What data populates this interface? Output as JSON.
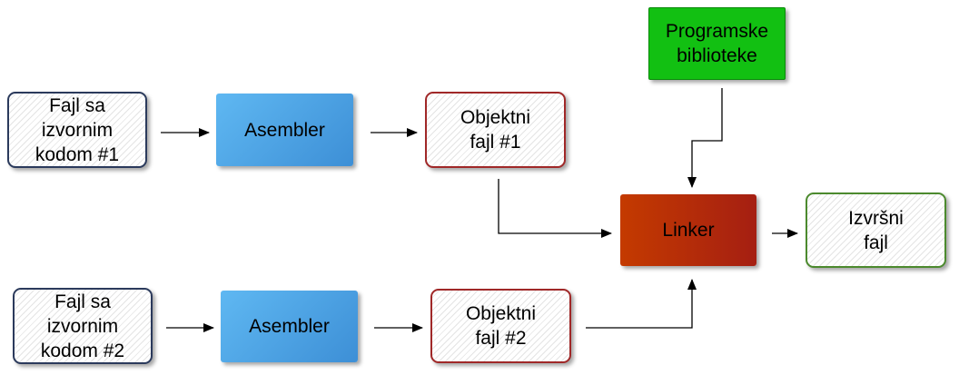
{
  "diagram": {
    "source1": {
      "line1": "Fajl sa",
      "line2": "izvornim",
      "line3": "kodom #1"
    },
    "source2": {
      "line1": "Fajl sa",
      "line2": "izvornim",
      "line3": "kodom #2"
    },
    "assembler1": {
      "label": "Asembler"
    },
    "assembler2": {
      "label": "Asembler"
    },
    "object1": {
      "line1": "Objektni",
      "line2": "fajl #1"
    },
    "object2": {
      "line1": "Objektni",
      "line2": "fajl #2"
    },
    "libraries": {
      "line1": "Programske",
      "line2": "biblioteke"
    },
    "linker": {
      "label": "Linker"
    },
    "executable": {
      "line1": "Izvršni",
      "line2": "fajl"
    }
  },
  "colors": {
    "source_border": "#2b3a5c",
    "object_border": "#a02828",
    "executable_border": "#4c8a2e",
    "assembler_fill": "#4aa3e6",
    "libraries_fill": "#12c012",
    "linker_fill": "#b82e08",
    "arrow": "#000000"
  }
}
